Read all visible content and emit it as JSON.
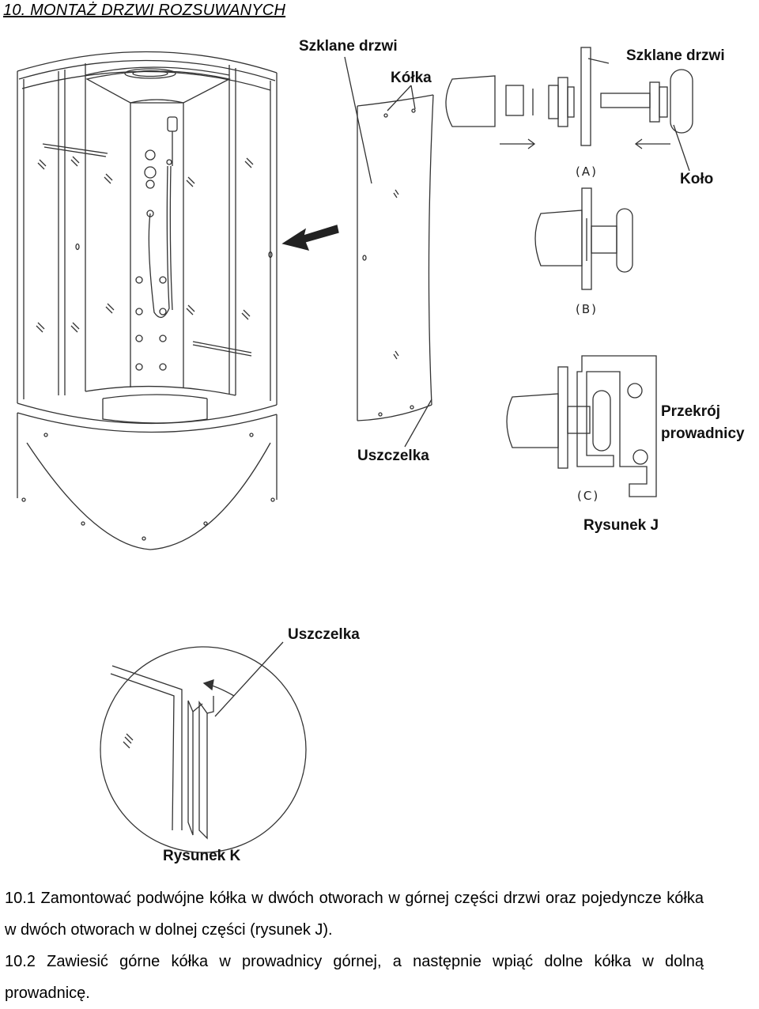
{
  "heading": "10. MONTAŻ DRZWI ROZSUWANYCH",
  "labels": {
    "szklane_drzwi_top": "Szklane drzwi",
    "kolka": "Kółka",
    "szklane_drzwi_right": "Szklane drzwi",
    "kolo": "Koło",
    "uszczelka_door": "Uszczelka",
    "label_a": "(A)",
    "label_b": "(B)",
    "label_c": "(C)",
    "przekroj_1": "Przekrój",
    "przekroj_2": "prowadnicy",
    "rysunek_j": "Rysunek J",
    "uszczelka_k": "Uszczelka",
    "rysunek_k": "Rysunek K"
  },
  "paragraphs": [
    "10.1 Zamontować podwójne kółka w dwóch otworach w górnej części drzwi oraz pojedyncze kółka w dwóch otworach w dolnej części (rysunek J).",
    "10.2 Zawiesić górne kółka w prowadnicy górnej, a następnie wpiąć dolne kółka w dolną prowadnicę."
  ]
}
